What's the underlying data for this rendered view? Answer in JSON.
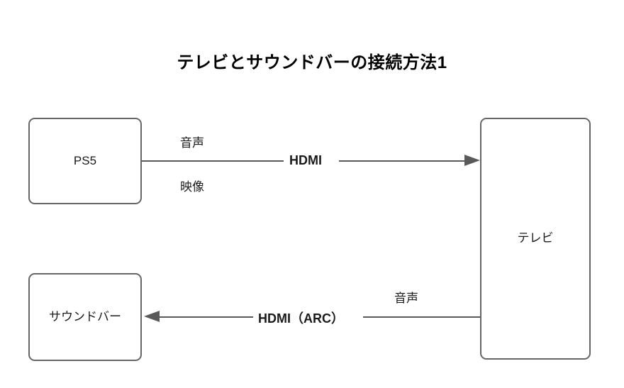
{
  "diagram": {
    "title": "テレビとサウンドバーの接続方法1",
    "background_color": "#ffffff",
    "node_border_color": "#666666",
    "line_color": "#595959",
    "text_color": "#1a1a1a",
    "nodes": [
      {
        "id": "ps5",
        "label": "PS5"
      },
      {
        "id": "tv",
        "label": "テレビ"
      },
      {
        "id": "soundbar",
        "label": "サウンドバー"
      }
    ],
    "edges": [
      {
        "id": "ps5-to-tv",
        "from": "ps5",
        "to": "tv",
        "connector_label": "HDMI",
        "label_above": "音声",
        "label_below": "映像",
        "direction": "right"
      },
      {
        "id": "tv-to-soundbar",
        "from": "tv",
        "to": "soundbar",
        "connector_label": "HDMI（ARC）",
        "label_above": "音声",
        "label_below": "",
        "direction": "left"
      }
    ]
  }
}
